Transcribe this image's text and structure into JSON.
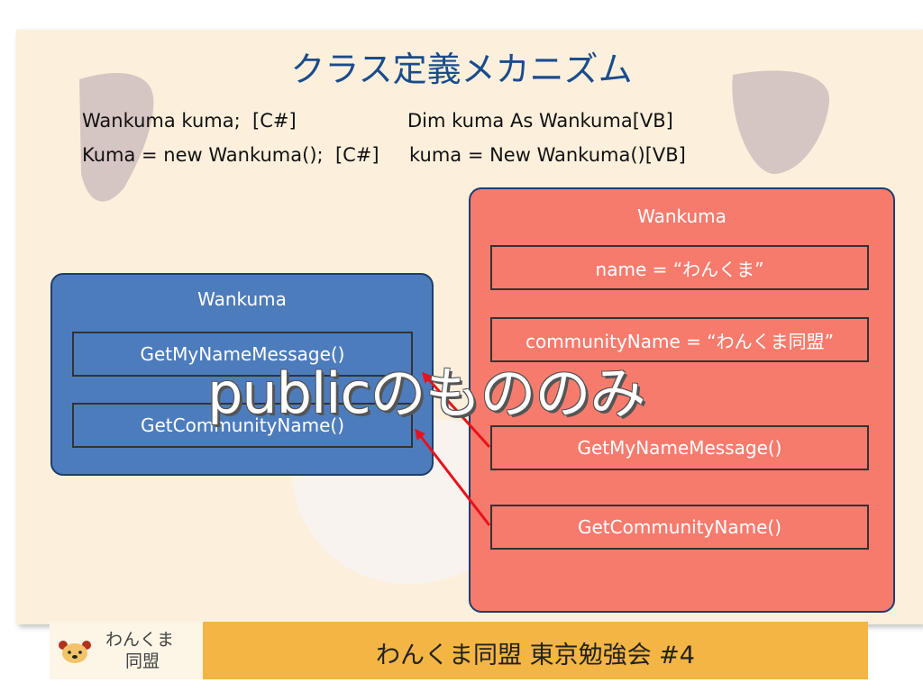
{
  "slide": {
    "title": "クラス定義メカニズム",
    "code_lines": [
      {
        "cs": "Wankuma kuma;  [C#]",
        "vb": "Dim kuma As Wankuma[VB]"
      },
      {
        "cs": "Kuma = new Wankuma();  [C#]",
        "vb": "kuma = New Wankuma()[VB]"
      }
    ]
  },
  "interface_box": {
    "title": "Wankuma",
    "members": [
      "GetMyNameMessage()",
      "GetCommunityName()"
    ],
    "color": "#4d7cbd"
  },
  "class_box": {
    "title": "Wankuma",
    "members": [
      "name = “わんくま”",
      "communityName = “わんくま同盟”",
      "GetMyNameMessage()",
      "GetCommunityName()"
    ],
    "color": "#f77b6d"
  },
  "overlay": {
    "text": "publicのもののみ"
  },
  "footer": {
    "logo_line1": "わんくま",
    "logo_line2": "同盟",
    "event": "わんくま同盟 東京勉強会 #4"
  },
  "arrow_color": "#e8121c"
}
